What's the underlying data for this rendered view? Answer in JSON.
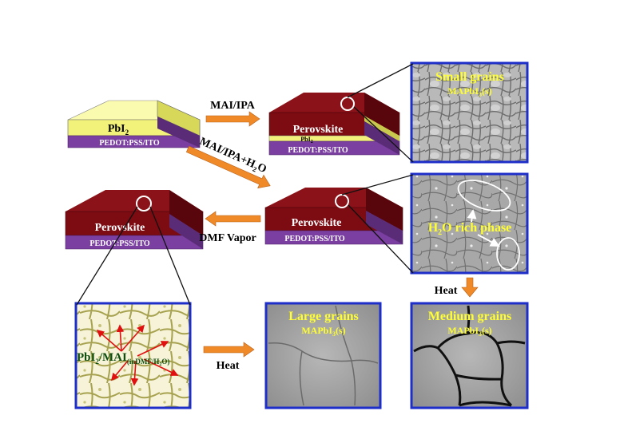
{
  "colors": {
    "pbi2": "#f2f27a",
    "perovskite": "#7c0b12",
    "pedot": "#7a3fa0",
    "arrow": "#f08a28",
    "frame": "#1d2ec9",
    "grain_label": "#ffff33"
  },
  "arrows": {
    "mai_ipa": "MAI/IPA",
    "mai_ipa_h2o": {
      "main": "MAI/IPA+H",
      "sub": "2",
      "tail": "O"
    },
    "dmf_vapor": "DMF Vapor",
    "heat_vertical": "Heat",
    "heat_horizontal": "Heat"
  },
  "stacks": {
    "initial": {
      "layer1": {
        "main": "PbI",
        "sub": "2"
      },
      "layer2": "PEDOT:PSS/ITO"
    },
    "top_right": {
      "layer1": "Perovskite",
      "layer2": {
        "main": "PbI",
        "sub": "2"
      },
      "layer3": "PEDOT:PSS/ITO"
    },
    "middle_right": {
      "layer1": "Perovskite",
      "layer2": "PEDOT:PSS/ITO"
    },
    "middle_left": {
      "layer1": "Perovskite",
      "layer2": "PEDOT:PSS/ITO"
    }
  },
  "micrographs": {
    "small": {
      "title": "Small grains",
      "sub": {
        "main": "MAPbI",
        "sub": "3",
        "tail": "(s)"
      }
    },
    "h2o": {
      "title": {
        "main": "H",
        "sub": "2",
        "tail": "O rich phase"
      }
    },
    "medium": {
      "title": "Medium grains",
      "sub": {
        "main": "MAPbI",
        "sub": "3",
        "tail": "(s)"
      }
    },
    "large": {
      "title": "Large grains",
      "sub": {
        "main": "MAPbI",
        "sub": "3",
        "tail": "(s)"
      }
    },
    "optical": {
      "label": {
        "a": "PbI",
        "a_sub": "2",
        "b": "/MAI",
        "b_sub": "(inDMF/H",
        "b_sub2": "2",
        "b_tail": "O)"
      }
    }
  }
}
